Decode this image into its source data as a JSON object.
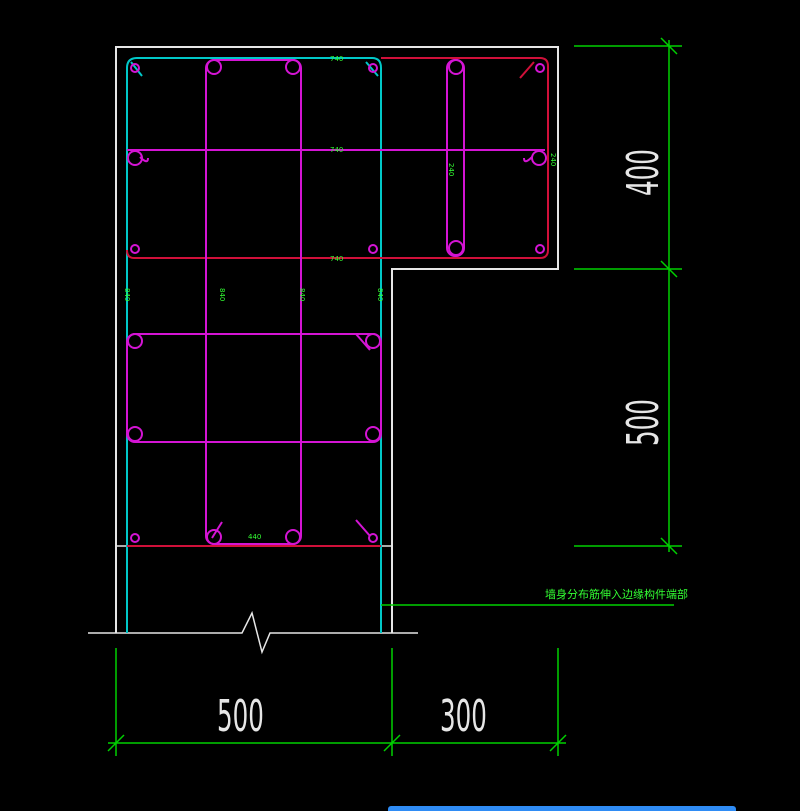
{
  "drawing": {
    "dimensions": {
      "right_upper": "400",
      "right_lower": "500",
      "bottom_left": "500",
      "bottom_right": "300"
    },
    "rebar_labels": {
      "top_flange_stirrup_top": "740",
      "top_flange_stirrup_mid": "740",
      "top_flange_stirrup_bottom": "740",
      "flange_tie_vertical_1": "240",
      "flange_tie_vertical_2": "240",
      "web_vertical_1": "840",
      "web_vertical_2": "840",
      "web_vertical_3": "840",
      "web_vertical_4": "840",
      "web_bottom": "440"
    },
    "note": "墙身分布筋伸入边缘构件端部",
    "colors": {
      "outline": "#e6e6e6",
      "stirrup_cyan": "#00c8c8",
      "stirrup_red": "#d0103a",
      "tie_magenta": "#d414d4",
      "dimension_green": "#00d000",
      "label_green": "#33ff33"
    }
  }
}
